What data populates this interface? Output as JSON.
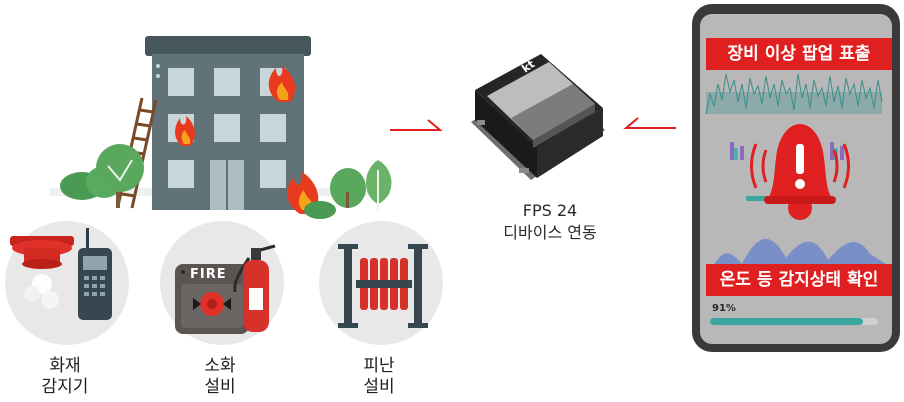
{
  "equipment": [
    {
      "line1": "화재",
      "line2": "감지기"
    },
    {
      "line1": "소화",
      "line2": "설비"
    },
    {
      "line1": "피난",
      "line2": "설비"
    }
  ],
  "extinguisher_panel_text": "FIRE",
  "device": {
    "line1": "FPS 24",
    "line2": "디바이스 연동",
    "logo": "kt"
  },
  "phone": {
    "banner_top": "장비 이상 팝업 표출",
    "banner_bottom": "온도 등 감지상태 확인",
    "progress_label": "91%",
    "progress_value": 0.91
  },
  "colors": {
    "alert_red": "#e02020",
    "building": "#5f7379",
    "phone_frame": "#3a3a3a",
    "progress": "#3aa6a0"
  }
}
